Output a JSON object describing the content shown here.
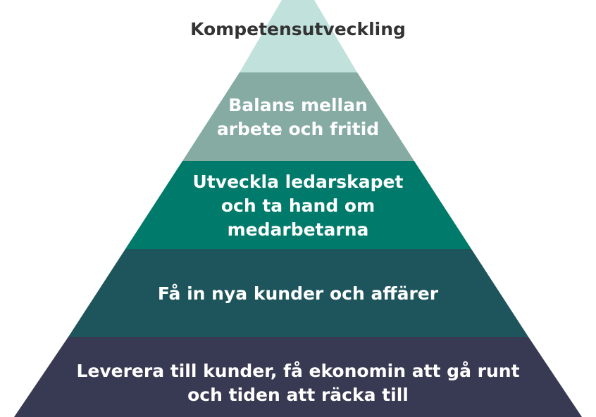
{
  "pyramid": {
    "tiers": [
      {
        "label": "Kompetensutveckling",
        "fill": "#c0e1dc",
        "text_color": "#333333"
      },
      {
        "label": "Balans mellan\narbete och fritid",
        "fill": "#86aba3",
        "text_color": "#ffffff"
      },
      {
        "label": "Utveckla ledarskapet\noch ta hand om\nmedarbetarna",
        "fill": "#007a6b",
        "text_color": "#ffffff"
      },
      {
        "label": "Få in nya kunder och affärer",
        "fill": "#1e555c",
        "text_color": "#ffffff"
      },
      {
        "label": "Leverera till kunder, få ekonomin att gå runt\noch tiden att räcka till",
        "fill": "#383952",
        "text_color": "#ffffff"
      }
    ]
  }
}
